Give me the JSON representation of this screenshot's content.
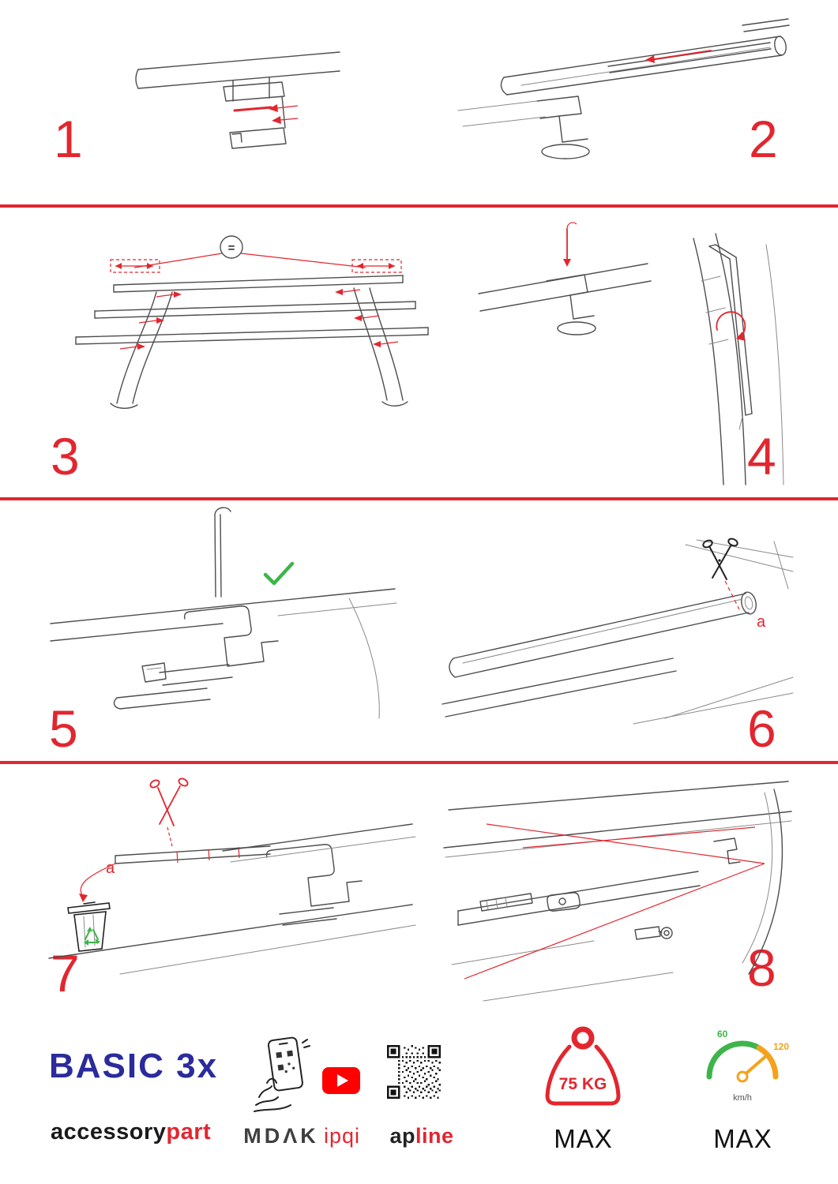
{
  "steps": [
    {
      "num": "1"
    },
    {
      "num": "2"
    },
    {
      "num": "3"
    },
    {
      "num": "4"
    },
    {
      "num": "5"
    },
    {
      "num": "6"
    },
    {
      "num": "7"
    },
    {
      "num": "8"
    }
  ],
  "labels": {
    "equal": "=",
    "a": "a"
  },
  "footer": {
    "brand": "BASIC 3x",
    "accessory": "accessory",
    "part": "part",
    "mdak": "MDΛK",
    "ipqi": "ipqi",
    "ap": "ap",
    "line": "line",
    "weight_value": "75 KG",
    "weight_max": "MAX",
    "speed_60": "60",
    "speed_120": "120",
    "speed_unit": "km/h",
    "speed_max": "MAX"
  },
  "icons": {
    "scissors": "✂",
    "check": "✓",
    "recycle": "♻",
    "trash": "trash-can",
    "youtube_play": "▶",
    "qr": "qr-code",
    "phone_scan": "phone-qr-scan",
    "weight": "weight-plate",
    "speedometer": "speed-gauge"
  },
  "colors": {
    "accent": "#e2262f",
    "green": "#3db54a",
    "navy": "#2b2b9c",
    "orange": "#f5a21b",
    "youtube": "#ff0000"
  }
}
